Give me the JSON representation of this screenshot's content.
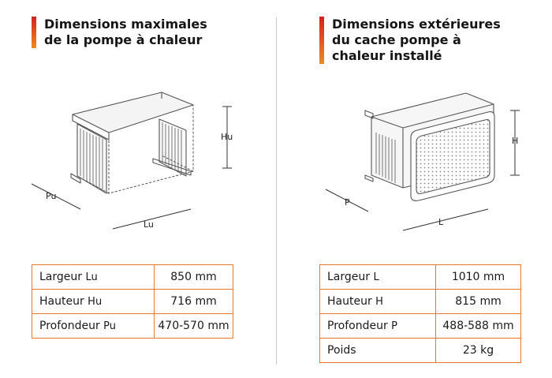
{
  "left": {
    "title_lines": [
      "Dimensions maximales",
      "de la pompe à chaleur"
    ],
    "diagram_labels": {
      "height": "Hu",
      "depth": "Pu",
      "length": "Lu"
    },
    "table": [
      {
        "label": "Largeur",
        "symbol": "Lu",
        "value": "850 mm"
      },
      {
        "label": "Hauteur",
        "symbol": "Hu",
        "value": "716 mm"
      },
      {
        "label": "Profondeur",
        "symbol": "Pu",
        "value": "470-570 mm"
      }
    ]
  },
  "right": {
    "title_lines": [
      "Dimensions extérieures",
      "du cache pompe à",
      "chaleur installé"
    ],
    "diagram_labels": {
      "height": "H",
      "depth": "P",
      "length": "L"
    },
    "table": [
      {
        "label": "Largeur",
        "symbol": "L",
        "value": "1010 mm"
      },
      {
        "label": "Hauteur",
        "symbol": "H",
        "value": "815 mm"
      },
      {
        "label": "Profondeur",
        "symbol": "P",
        "value": "488-588 mm"
      },
      {
        "label": "Poids",
        "symbol": "",
        "value": "23 kg"
      }
    ]
  },
  "colors": {
    "accent_top": "#d2231e",
    "accent_bottom": "#f08a1e",
    "table_border": "#e8772c",
    "divider": "#c8c8c8"
  }
}
